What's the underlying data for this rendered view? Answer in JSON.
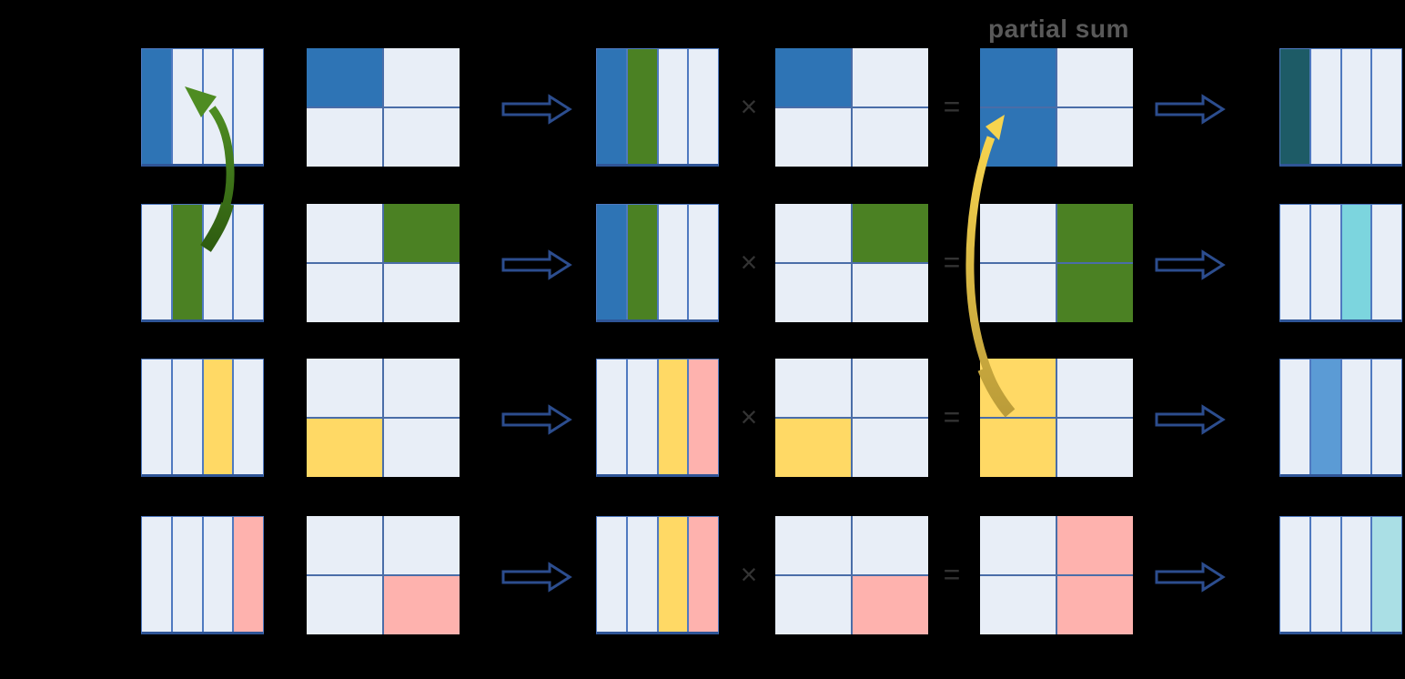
{
  "labels": {
    "partial_sum": "partial sum",
    "multiply": "×",
    "equals": "="
  },
  "palette": {
    "blue": "#2e74b5",
    "green": "#4b8123",
    "yellow": "#ffd965",
    "pink": "#feb2ae",
    "light": "#e8eef7",
    "teal": "#1d5b66",
    "cyan": "#7cd5de",
    "mid_blue": "#5b9bd5",
    "pale_cyan": "#aadfe5",
    "grid_line": "#4f79c0",
    "grid_midline": "#4a6da8",
    "matrix_bottom_edge": "#2f5597",
    "block_arrow_outline": "#2c4d8e",
    "green_arrow": "#4e8c22",
    "yellow_arrow": "#f7d44e",
    "operator_color": "#333333",
    "label_color": "#595959",
    "background": "#000000"
  },
  "rows": [
    {
      "name": "step-1",
      "column_matrix": [
        "blue",
        "light",
        "light",
        "light"
      ],
      "weight_matrix": [
        "blue",
        "light",
        "light",
        "light"
      ],
      "buffer_matrix": [
        "blue",
        "green",
        "light",
        "light"
      ],
      "operand_matrix": [
        "blue",
        "light",
        "light",
        "light"
      ],
      "partial_sum_matrix": [
        "blue",
        "light",
        "blue",
        "light"
      ],
      "result_matrix": [
        "teal",
        "light",
        "light",
        "light"
      ]
    },
    {
      "name": "step-2",
      "column_matrix": [
        "light",
        "green",
        "light",
        "light"
      ],
      "weight_matrix": [
        "light",
        "green",
        "light",
        "light"
      ],
      "buffer_matrix": [
        "blue",
        "green",
        "light",
        "light"
      ],
      "operand_matrix": [
        "light",
        "green",
        "light",
        "light"
      ],
      "partial_sum_matrix": [
        "light",
        "green",
        "light",
        "green"
      ],
      "result_matrix": [
        "light",
        "light",
        "cyan",
        "light"
      ]
    },
    {
      "name": "step-3",
      "column_matrix": [
        "light",
        "light",
        "yellow",
        "light"
      ],
      "weight_matrix": [
        "light",
        "light",
        "yellow",
        "light"
      ],
      "buffer_matrix": [
        "light",
        "light",
        "yellow",
        "pink"
      ],
      "operand_matrix": [
        "light",
        "light",
        "yellow",
        "light"
      ],
      "partial_sum_matrix": [
        "yellow",
        "light",
        "yellow",
        "light"
      ],
      "result_matrix": [
        "light",
        "mid_blue",
        "light",
        "light"
      ]
    },
    {
      "name": "step-4",
      "column_matrix": [
        "light",
        "light",
        "light",
        "pink"
      ],
      "weight_matrix": [
        "light",
        "light",
        "light",
        "pink"
      ],
      "buffer_matrix": [
        "light",
        "light",
        "yellow",
        "pink"
      ],
      "operand_matrix": [
        "light",
        "light",
        "light",
        "pink"
      ],
      "partial_sum_matrix": [
        "light",
        "pink",
        "light",
        "pink"
      ],
      "result_matrix": [
        "light",
        "light",
        "light",
        "pale_cyan"
      ]
    }
  ]
}
